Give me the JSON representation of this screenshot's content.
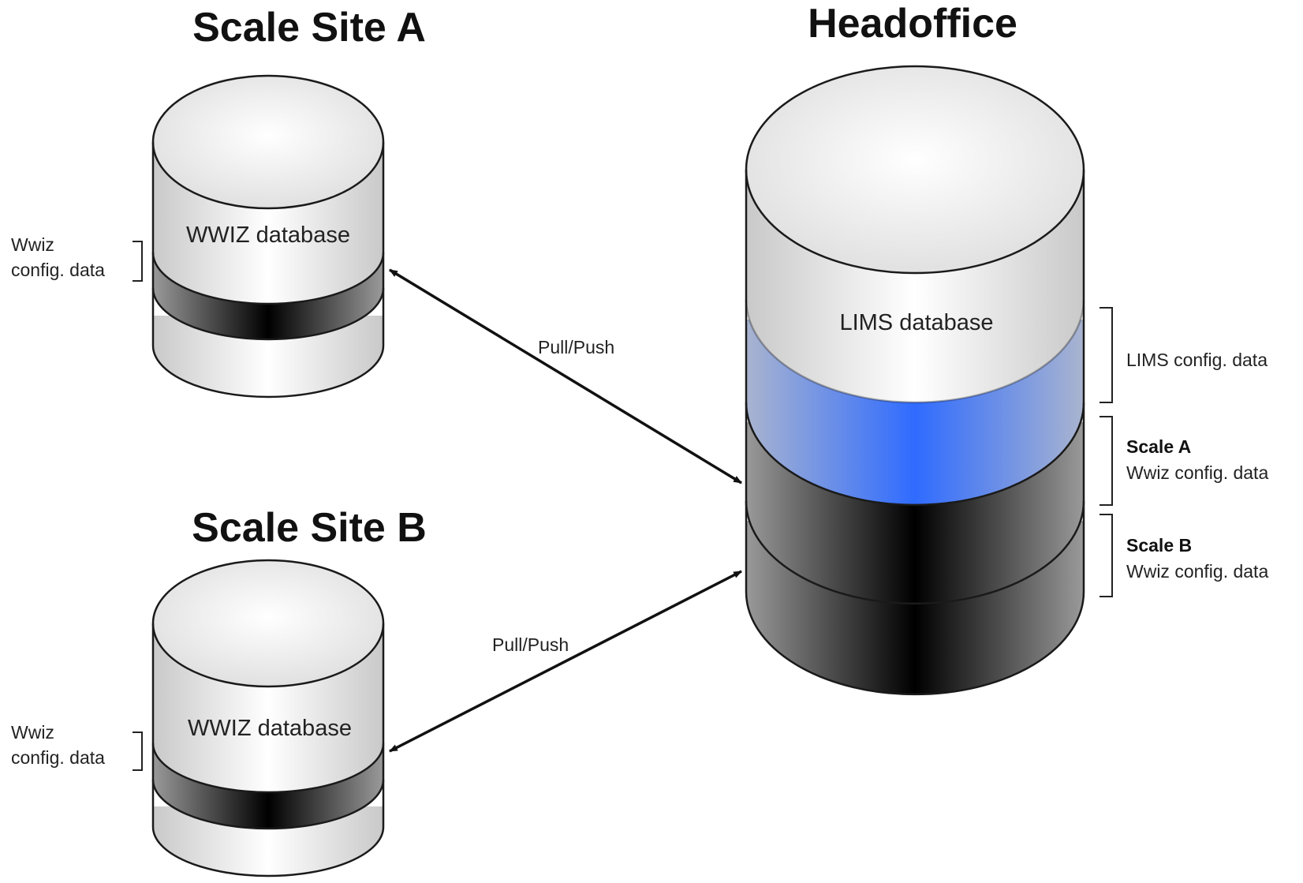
{
  "titles": {
    "site_a": "Scale Site A",
    "site_b": "Scale Site B",
    "headoffice": "Headoffice"
  },
  "site_a": {
    "db_label": "WWIZ database",
    "config_line1": "Wwiz",
    "config_line2": "config. data"
  },
  "site_b": {
    "db_label": "WWIZ database",
    "config_line1": "Wwiz",
    "config_line2": "config. data"
  },
  "headoffice": {
    "db_label": "LIMS database",
    "lims_config": "LIMS config. data",
    "scale_a_title": "Scale A",
    "scale_a_sub": "Wwiz config. data",
    "scale_b_title": "Scale B",
    "scale_b_sub": "Wwiz config. data"
  },
  "links": {
    "a_to_head": "Pull/Push",
    "b_to_head": "Pull/Push"
  },
  "colors": {
    "light": "#eaeaea",
    "dark": "#111111",
    "blue": "#2f6bff"
  }
}
